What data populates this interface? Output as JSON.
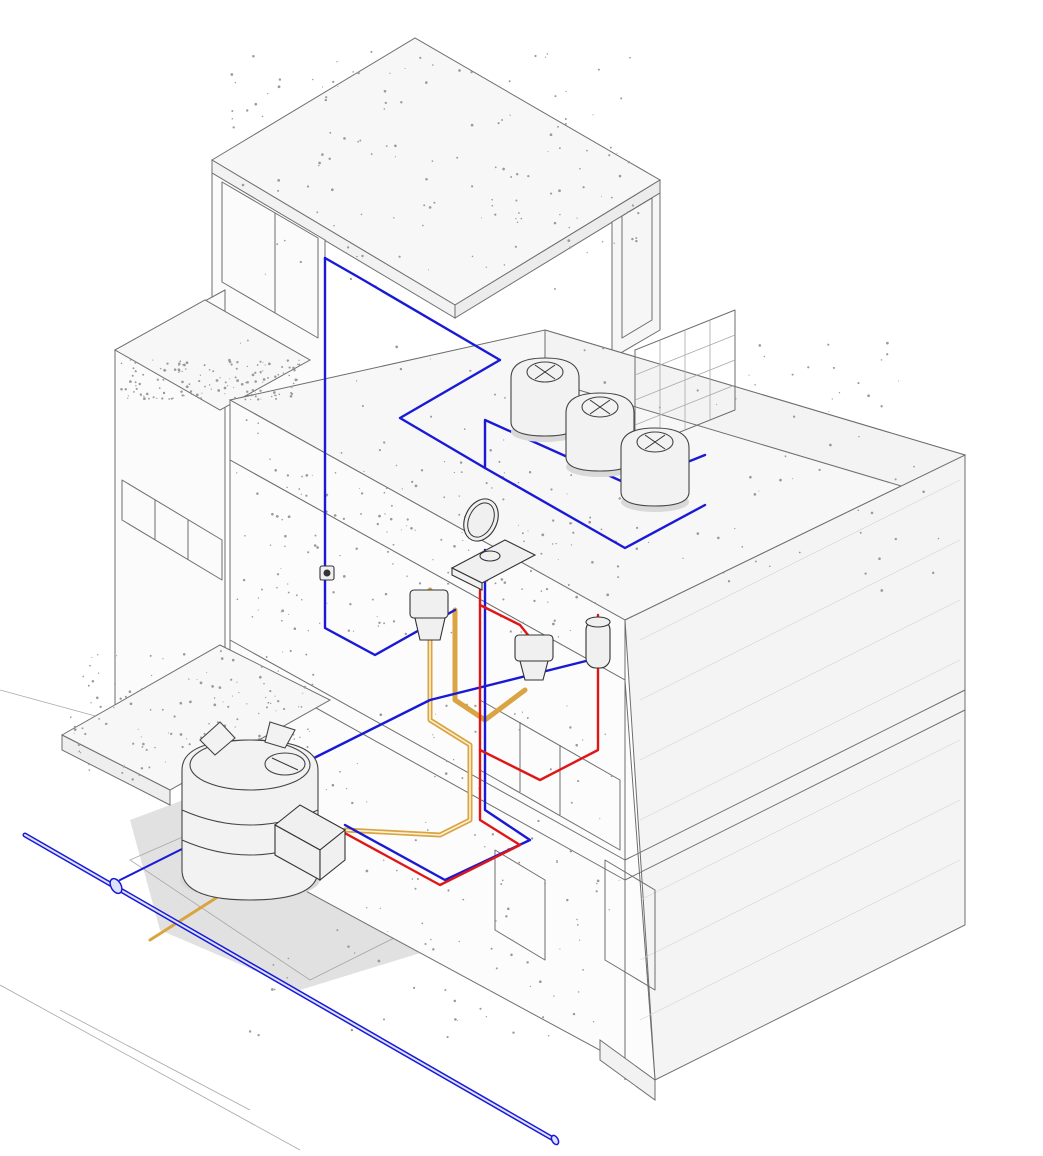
{
  "colors": {
    "background": "#ffffff",
    "building_line": "#6e6e6e",
    "concrete_speckle": "#9a9a9a",
    "cold_water": "#1a1ad6",
    "hot_water": "#e01616",
    "drainage": "#d9a441",
    "ground_shadow": "#c9c9c9"
  },
  "systems": [
    {
      "key": "cold_water",
      "color_ref": "cold_water",
      "icon": "blue-pipe-icon"
    },
    {
      "key": "hot_water",
      "color_ref": "hot_water",
      "icon": "red-pipe-icon"
    },
    {
      "key": "drainage",
      "color_ref": "drainage",
      "icon": "orange-pipe-icon"
    }
  ],
  "fixtures": [
    {
      "key": "roof-tanks",
      "count": 3,
      "icon": "water-tank-icon"
    },
    {
      "key": "ground-cistern",
      "count": 1,
      "icon": "cistern-icon"
    },
    {
      "key": "water-heater",
      "count": 1,
      "icon": "water-heater-icon"
    },
    {
      "key": "toilets",
      "count": 2,
      "icon": "toilet-icon"
    },
    {
      "key": "washbasin",
      "count": 1,
      "icon": "sink-icon"
    },
    {
      "key": "mirror",
      "count": 1,
      "icon": "mirror-icon"
    },
    {
      "key": "inspection-box",
      "count": 1,
      "icon": "inspection-box-icon"
    },
    {
      "key": "meter",
      "count": 1,
      "icon": "water-meter-icon"
    }
  ]
}
